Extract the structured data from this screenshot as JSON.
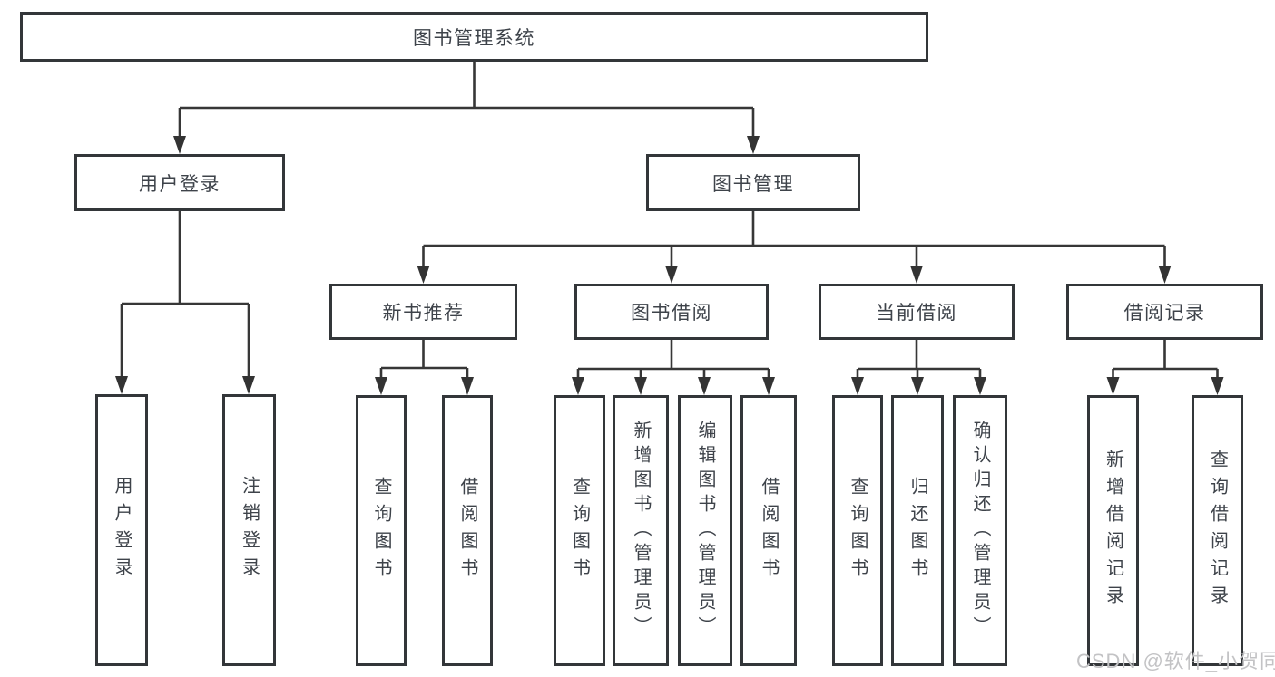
{
  "tree": {
    "root": {
      "label": "图书管理系统"
    },
    "branches": [
      {
        "label": "用户登录",
        "children": [
          {
            "label": "用户登录"
          },
          {
            "label": "注销登录"
          }
        ]
      },
      {
        "label": "图书管理",
        "children": [
          {
            "label": "新书推荐",
            "children": [
              {
                "label": "查询图书"
              },
              {
                "label": "借阅图书"
              }
            ]
          },
          {
            "label": "图书借阅",
            "children": [
              {
                "label": "查询图书"
              },
              {
                "label": "新增图书（管理员）"
              },
              {
                "label": "编辑图书（管理员）"
              },
              {
                "label": "借阅图书"
              }
            ]
          },
          {
            "label": "当前借阅",
            "children": [
              {
                "label": "查询图书"
              },
              {
                "label": "归还图书"
              },
              {
                "label": "确认归还（管理员）"
              }
            ]
          },
          {
            "label": "借阅记录",
            "children": [
              {
                "label": "新增借阅记录"
              },
              {
                "label": "查询借阅记录"
              }
            ]
          }
        ]
      }
    ]
  },
  "watermark": {
    "text": "CSDN @软件_小贺同学",
    "color": "#c3c3c5"
  },
  "colors": {
    "line": "#373737",
    "box_border": "#333639",
    "text": "#3e434a",
    "background": "#ffffff"
  }
}
